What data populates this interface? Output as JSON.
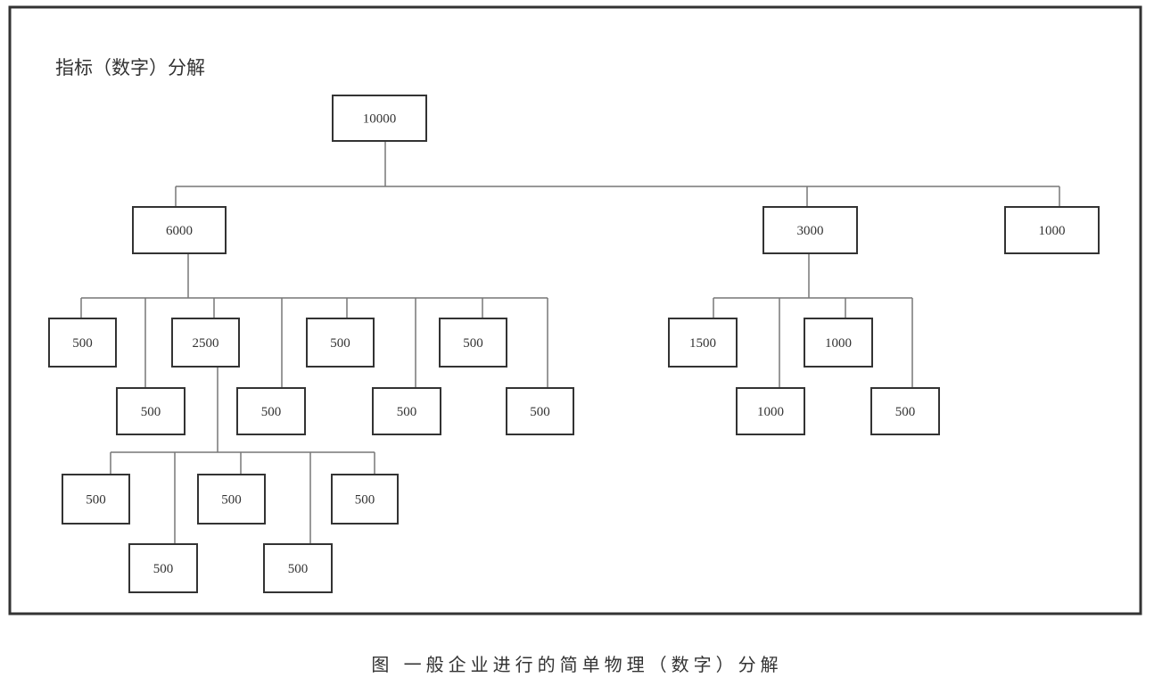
{
  "diagram": {
    "title": "指标（数字）分解",
    "caption": "图 一般企业进行的简单物理（数字）分解",
    "nodes": [
      {
        "id": "root",
        "label": "10000"
      },
      {
        "id": "a",
        "label": "6000"
      },
      {
        "id": "b",
        "label": "3000"
      },
      {
        "id": "c",
        "label": "1000"
      },
      {
        "id": "a1",
        "label": "500"
      },
      {
        "id": "a2",
        "label": "500"
      },
      {
        "id": "a3",
        "label": "2500"
      },
      {
        "id": "a4",
        "label": "500"
      },
      {
        "id": "a5",
        "label": "500"
      },
      {
        "id": "a6",
        "label": "500"
      },
      {
        "id": "a7",
        "label": "500"
      },
      {
        "id": "a8",
        "label": "500"
      },
      {
        "id": "b1",
        "label": "1500"
      },
      {
        "id": "b2",
        "label": "1000"
      },
      {
        "id": "b3",
        "label": "1000"
      },
      {
        "id": "b4",
        "label": "500"
      },
      {
        "id": "c1",
        "label": "500"
      },
      {
        "id": "c2",
        "label": "500"
      },
      {
        "id": "c3",
        "label": "500"
      },
      {
        "id": "c4",
        "label": "500"
      },
      {
        "id": "c5",
        "label": "500"
      }
    ]
  }
}
